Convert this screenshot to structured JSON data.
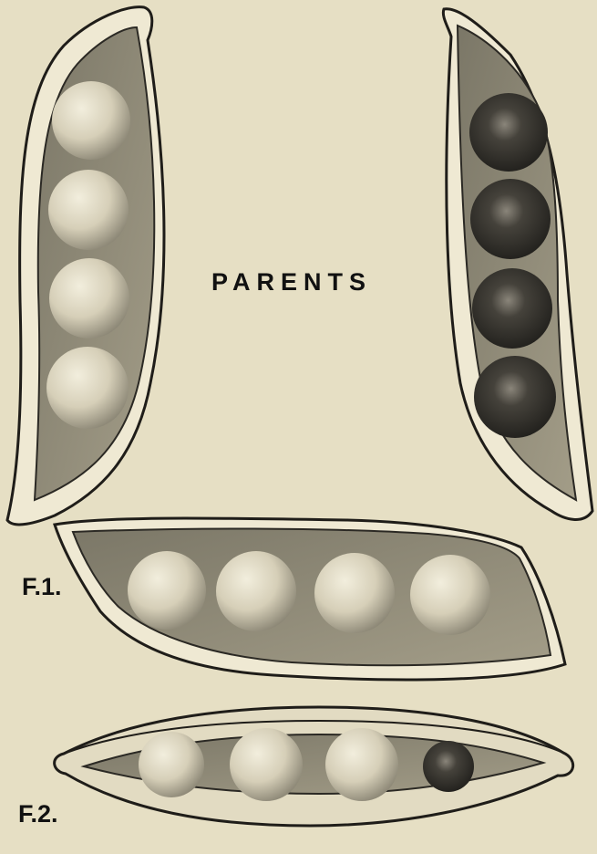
{
  "plate": {
    "title_label": "PARENTS",
    "f1_label": "F.1.",
    "f2_label": "F.2."
  },
  "colors": {
    "background": "#e6dfc4",
    "pod_interior": "#8f8a78",
    "pod_rim": "#f1ecd8",
    "pale_pea": "#d9d3bd",
    "dark_pea": "#2d2b27",
    "ink": "#111111"
  },
  "pods": [
    {
      "name": "parent-pod-left",
      "peas": [
        "pale",
        "pale",
        "pale",
        "pale"
      ]
    },
    {
      "name": "parent-pod-right",
      "peas": [
        "dark",
        "dark",
        "dark",
        "dark"
      ]
    },
    {
      "name": "f1-pod",
      "peas": [
        "pale",
        "pale",
        "pale",
        "pale"
      ]
    },
    {
      "name": "f2-pod",
      "peas": [
        "pale",
        "pale",
        "pale",
        "dark"
      ]
    }
  ]
}
